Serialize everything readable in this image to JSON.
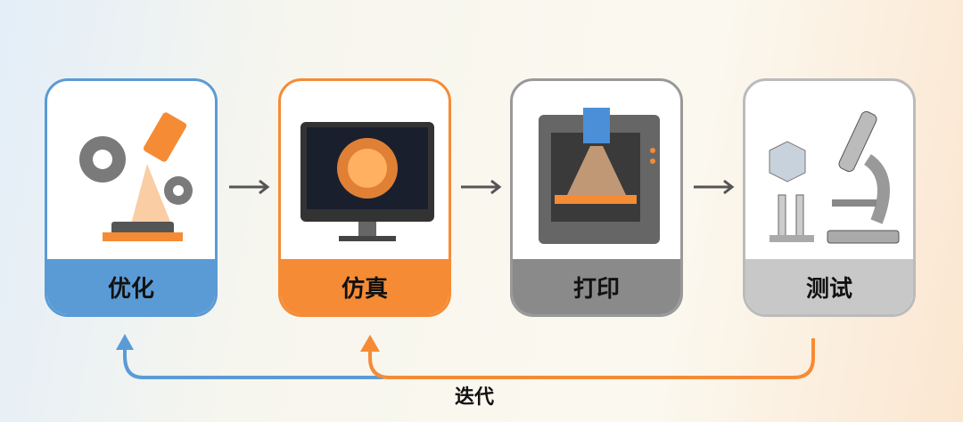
{
  "steps": [
    {
      "label": "优化",
      "icon": "gears-laser-icon",
      "color": "#5b9bd5"
    },
    {
      "label": "仿真",
      "icon": "monitor-simulation-icon",
      "color": "#f68b35"
    },
    {
      "label": "打印",
      "icon": "3d-printer-icon",
      "color": "#8a8a8a"
    },
    {
      "label": "测试",
      "icon": "microscope-icon",
      "color": "#c8c8c8"
    }
  ],
  "loop_label": "迭代"
}
